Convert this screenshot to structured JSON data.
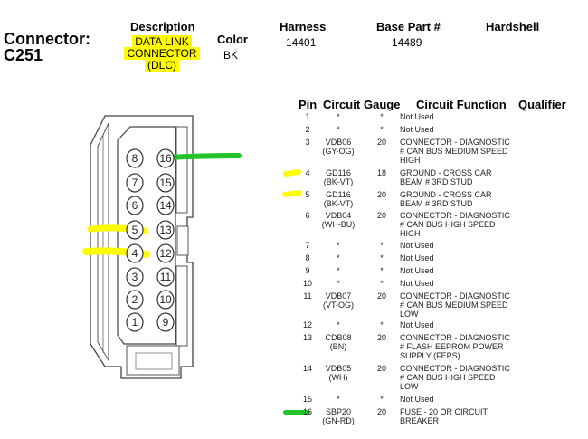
{
  "header": {
    "connector_label": "Connector:",
    "connector_id": "C251",
    "description_header": "Description",
    "description_value": [
      "DATA LINK",
      "CONNECTOR",
      "(DLC)"
    ],
    "color_header": "Color",
    "color_value": "BK",
    "harness_header": "Harness",
    "harness_value": "14401",
    "base_part_header": "Base Part #",
    "base_part_value": "14489",
    "hardshell_header": "Hardshell"
  },
  "table": {
    "columns": [
      "Pin",
      "Circuit",
      "Gauge",
      "Circuit Function",
      "Qualifier"
    ],
    "rows": [
      {
        "pin": "1",
        "circuit": "*",
        "gauge": "*",
        "function": "Not Used"
      },
      {
        "pin": "2",
        "circuit": "*",
        "gauge": "*",
        "function": "Not Used"
      },
      {
        "pin": "3",
        "circuit": "VDB06\n(GY-OG)",
        "gauge": "20",
        "function": "CONNECTOR - DIAGNOSTIC\n# CAN BUS MEDIUM SPEED\nHIGH"
      },
      {
        "pin": "4",
        "circuit": "GD116\n(BK-VT)",
        "gauge": "18",
        "function": "GROUND - CROSS CAR\nBEAM # 3RD STUD"
      },
      {
        "pin": "5",
        "circuit": "GD116\n(BK-VT)",
        "gauge": "20",
        "function": "GROUND - CROSS CAR\nBEAM # 3RD STUD"
      },
      {
        "pin": "6",
        "circuit": "VDB04\n(WH-BU)",
        "gauge": "20",
        "function": "CONNECTOR - DIAGNOSTIC\n# CAN BUS HIGH SPEED\nHIGH"
      },
      {
        "pin": "7",
        "circuit": "*",
        "gauge": "*",
        "function": "Not Used"
      },
      {
        "pin": "8",
        "circuit": "*",
        "gauge": "*",
        "function": "Not Used"
      },
      {
        "pin": "9",
        "circuit": "*",
        "gauge": "*",
        "function": "Not Used"
      },
      {
        "pin": "10",
        "circuit": "*",
        "gauge": "*",
        "function": "Not Used"
      },
      {
        "pin": "11",
        "circuit": "VDB07\n(VT-OG)",
        "gauge": "20",
        "function": "CONNECTOR - DIAGNOSTIC\n# CAN BUS MEDIUM SPEED\nLOW"
      },
      {
        "pin": "12",
        "circuit": "*",
        "gauge": "*",
        "function": "Not Used"
      },
      {
        "pin": "13",
        "circuit": "CDB08\n(BN)",
        "gauge": "20",
        "function": "CONNECTOR - DIAGNOSTIC\n# FLASH EEPROM POWER\nSUPPLY (FEPS)"
      },
      {
        "pin": "14",
        "circuit": "VDB05\n(WH)",
        "gauge": "20",
        "function": "CONNECTOR - DIAGNOSTIC\n# CAN BUS HIGH SPEED\nLOW"
      },
      {
        "pin": "15",
        "circuit": "*",
        "gauge": "*",
        "function": "Not Used"
      },
      {
        "pin": "16",
        "circuit": "SBP20\n(GN-RD)",
        "gauge": "20",
        "function": "FUSE - 20 OR CIRCUIT\nBREAKER"
      }
    ]
  },
  "connector_diagram": {
    "left_column_pins": [
      "8",
      "7",
      "6",
      "5",
      "4",
      "3",
      "2",
      "1"
    ],
    "right_column_pins": [
      "16",
      "15",
      "14",
      "13",
      "12",
      "11",
      "10",
      "9"
    ],
    "highlight_yellow": "#fffb00",
    "highlight_green": "#22c42a"
  }
}
